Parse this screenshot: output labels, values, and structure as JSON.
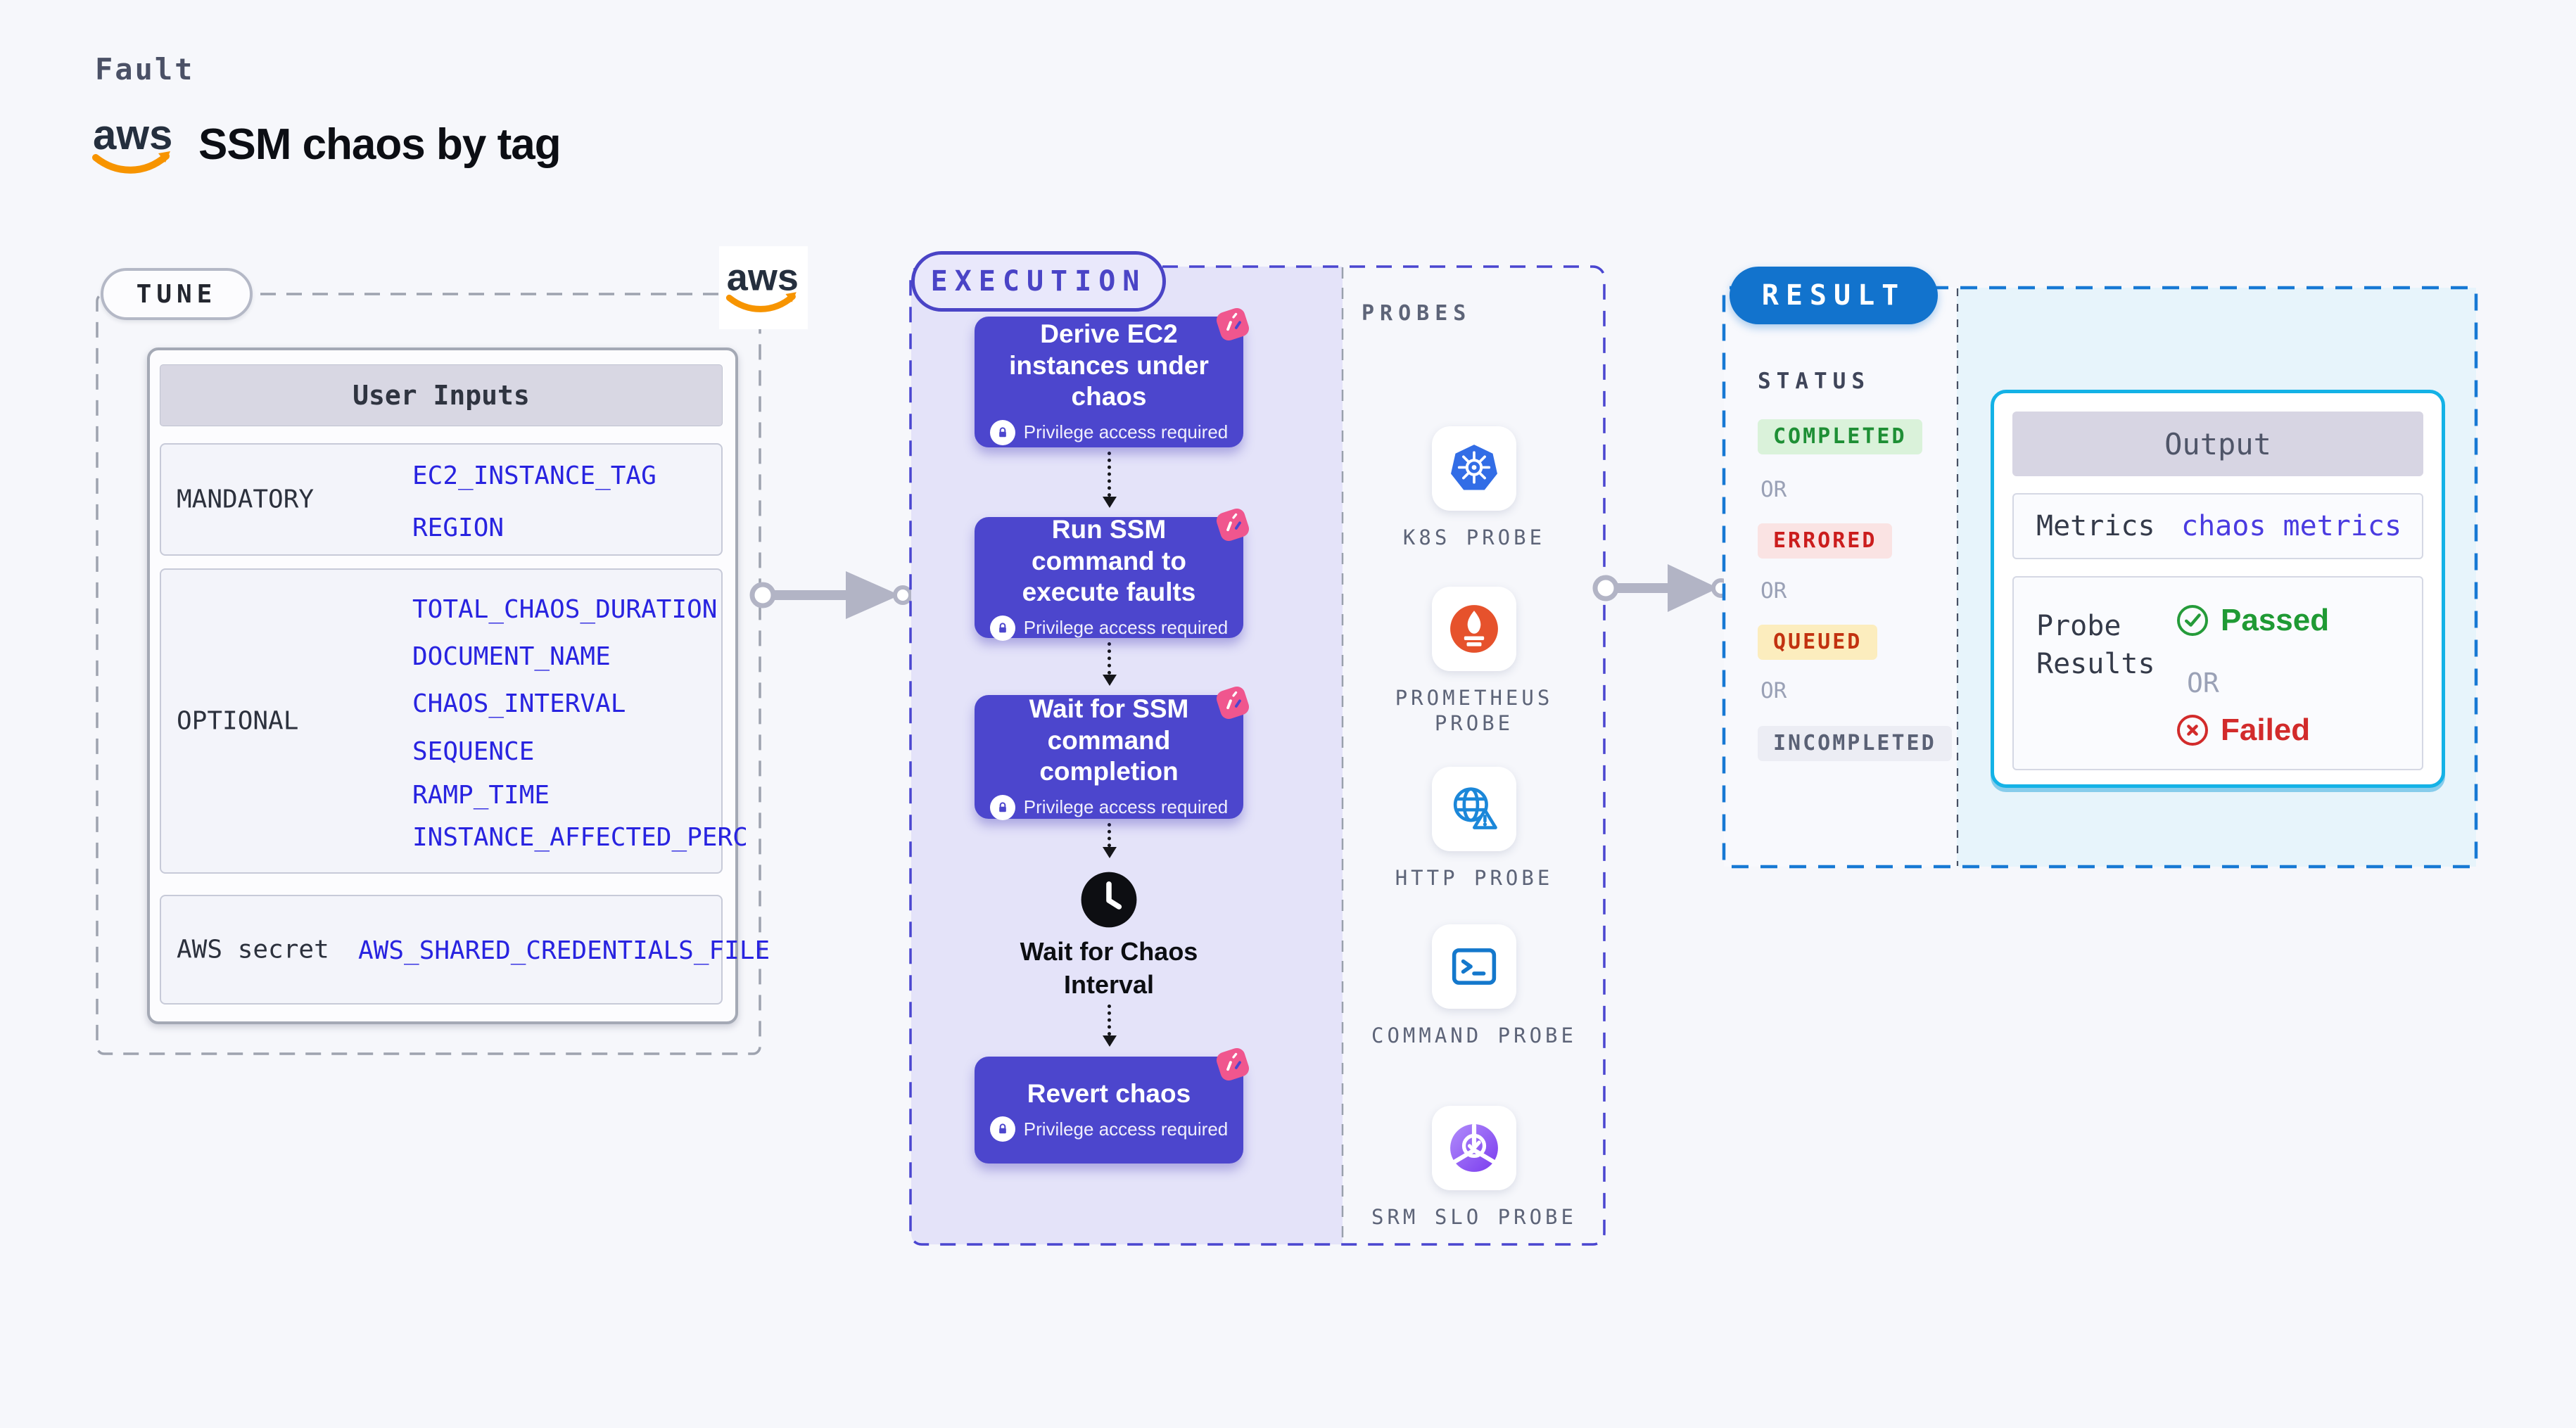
{
  "page": {
    "category_label": "Fault",
    "title": "SSM chaos by tag",
    "brand": "aws"
  },
  "tune": {
    "badge": "TUNE",
    "table": {
      "header": "User Inputs",
      "rows": [
        {
          "label": "MANDATORY",
          "values": [
            "EC2_INSTANCE_TAG",
            "REGION"
          ]
        },
        {
          "label": "OPTIONAL",
          "values": [
            "TOTAL_CHAOS_DURATION",
            "DOCUMENT_NAME",
            "CHAOS_INTERVAL",
            "SEQUENCE",
            "RAMP_TIME",
            "INSTANCE_AFFECTED_PERC"
          ]
        },
        {
          "label": "AWS secret",
          "values": [
            "AWS_SHARED_CREDENTIALS_FILE"
          ]
        }
      ]
    }
  },
  "execution": {
    "badge": "EXECUTION",
    "steps": [
      {
        "title": "Derive EC2 instances under chaos",
        "note": "Privilege access required"
      },
      {
        "title": "Run SSM command to execute faults",
        "note": "Privilege access required"
      },
      {
        "title": "Wait for SSM command completion",
        "note": "Privilege access required"
      }
    ],
    "wait_label": "Wait for Chaos Interval",
    "revert": {
      "title": "Revert chaos",
      "note": "Privilege access required"
    }
  },
  "probes": {
    "heading": "PROBES",
    "items": [
      {
        "label": "K8S PROBE",
        "icon": "kubernetes-icon"
      },
      {
        "label": "PROMETHEUS PROBE",
        "icon": "prometheus-icon"
      },
      {
        "label": "HTTP PROBE",
        "icon": "http-globe-icon"
      },
      {
        "label": "COMMAND PROBE",
        "icon": "terminal-icon"
      },
      {
        "label": "SRM SLO PROBE",
        "icon": "srm-slo-icon"
      }
    ]
  },
  "result": {
    "badge": "RESULT",
    "status_heading": "STATUS",
    "or_label": "OR",
    "statuses": [
      {
        "label": "COMPLETED",
        "type": "success",
        "color": "#1e8f35",
        "bg": "#daf2da"
      },
      {
        "label": "ERRORED",
        "type": "error",
        "color": "#cb1d1d",
        "bg": "#fae3e3"
      },
      {
        "label": "QUEUED",
        "type": "warning",
        "color": "#c23210",
        "bg": "#fcedbe"
      },
      {
        "label": "INCOMPLETED",
        "type": "neutral",
        "color": "#5a6175",
        "bg": "#ecedf4"
      }
    ],
    "output": {
      "header": "Output",
      "metrics_label": "Metrics",
      "metrics_value": "chaos metrics",
      "probe_results_label": "Probe Results",
      "passed_label": "Passed",
      "or_label": "OR",
      "failed_label": "Failed"
    }
  },
  "colors": {
    "accent_indigo": "#4c46cd",
    "execution_panel": "#e4e3f9",
    "pink_fault": "#f0568e",
    "result_blue": "#1273cd",
    "result_panel": "#e7f4fb",
    "output_border": "#14b2e6",
    "value_blue": "#2823e0",
    "metrics_value_blue": "#4a3be0",
    "passed_green": "#1f9a34",
    "failed_red": "#d22b2b",
    "aws_orange": "#f79400",
    "k8s_blue": "#326de6",
    "prometheus_orange": "#e6522c",
    "http_blue": "#1b87d9",
    "command_blue": "#1478cc",
    "srm_purple": "#7a3bee"
  }
}
